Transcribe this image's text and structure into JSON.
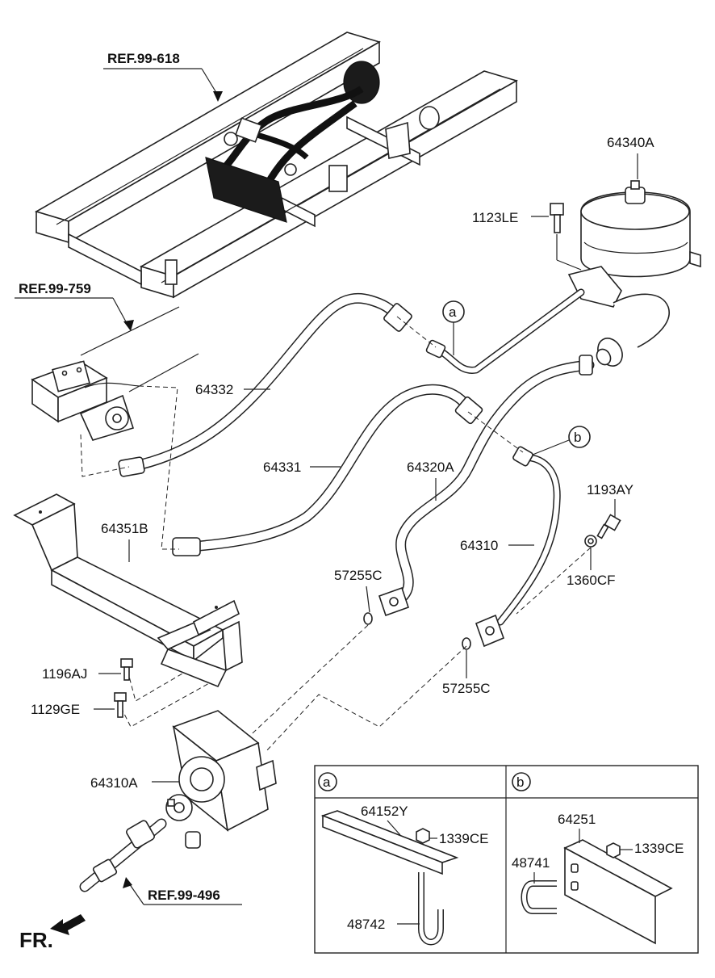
{
  "references": {
    "ref_99_618": "REF.99-618",
    "ref_99_759": "REF.99-759",
    "ref_99_496": "REF.99-496"
  },
  "direction": "FR.",
  "parts": {
    "p64340A": "64340A",
    "p1123LE": "1123LE",
    "p64332": "64332",
    "p64331": "64331",
    "p64320A": "64320A",
    "p64351B": "64351B",
    "p1193AY": "1193AY",
    "p64310": "64310",
    "p1360CF": "1360CF",
    "p57255C_a": "57255C",
    "p57255C_b": "57255C",
    "p1196AJ": "1196AJ",
    "p1129GE": "1129GE",
    "p64310A": "64310A"
  },
  "callouts": {
    "a": "a",
    "b": "b"
  },
  "detail_a": {
    "label": "a",
    "p64152Y": "64152Y",
    "p1339CE": "1339CE",
    "p48742": "48742"
  },
  "detail_b": {
    "label": "b",
    "p64251": "64251",
    "p48741": "48741",
    "p1339CE": "1339CE"
  }
}
